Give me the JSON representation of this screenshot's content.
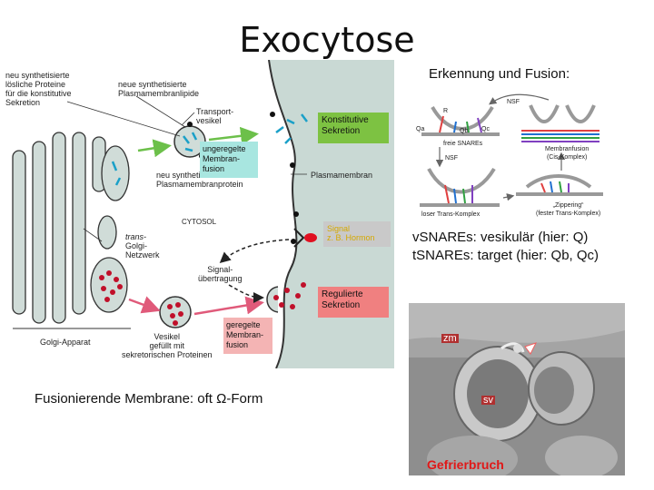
{
  "title": "Exocytose",
  "diagram": {
    "label_lipids_proteins": [
      "neu synthetisierte",
      "lösliche Proteine",
      "für die konstitutive",
      "Sekretion"
    ],
    "label_new_lipids": [
      "neue synthetisierte",
      "Plasmamembranlipide"
    ],
    "label_transport": [
      "Transport-",
      "vesikel"
    ],
    "label_new_protein": [
      "neu synthetisiertes",
      "Plasmamembranprotein"
    ],
    "label_unregulated": [
      "ungeregelte",
      "Membran-",
      "fusion"
    ],
    "label_constitutive": [
      "Konstitutive",
      "Sekretion"
    ],
    "label_plasma": "Plasmamembran",
    "label_cytosol": "CYTOSOL",
    "label_trans_golgi": [
      "trans-",
      "Golgi-",
      "Netzwerk"
    ],
    "label_signal_box": [
      "Signal",
      "z. B. Hormon"
    ],
    "label_signal_transfer": [
      "Signal-",
      "übertragung"
    ],
    "label_regulated": [
      "Regulierte",
      "Sekretion"
    ],
    "label_regulated_fusion": [
      "geregelte",
      "Membran-",
      "fusion"
    ],
    "label_vesicle": [
      "Vesikel",
      "gefüllt mit",
      "sekretorischen Proteinen"
    ],
    "label_golgi": "Golgi-Apparat"
  },
  "snare": {
    "heading": "Erkennung und Fusion:",
    "nsf_top": "NSF",
    "nsf_left": "NSF",
    "r": "R",
    "qa": "Qa",
    "qb": "Qb",
    "qc": "Qc",
    "free": "freie SNAREs",
    "membrane_fusion": [
      "Membranfusion",
      "(Cis-Komplex)"
    ],
    "loose": "loser Trans-Komplex",
    "zippering": [
      "„Zippering“",
      "(fester Trans-Komplex)"
    ],
    "line1": "vSNAREs: vesikulär (hier: Q)",
    "line2": "tSNAREs: target (hier: Qb, Qc)"
  },
  "caption": "Fusionierende Membrane: oft Ω-Form",
  "micro": {
    "zm": "zm",
    "sv": "sv",
    "title": "Gefrierbruch"
  },
  "colors": {
    "green": "#7dc242",
    "red": "#f08080",
    "cyan": "#a8e6e0",
    "pink": "#f4b4b4",
    "membrane": "#c7d6d1"
  }
}
